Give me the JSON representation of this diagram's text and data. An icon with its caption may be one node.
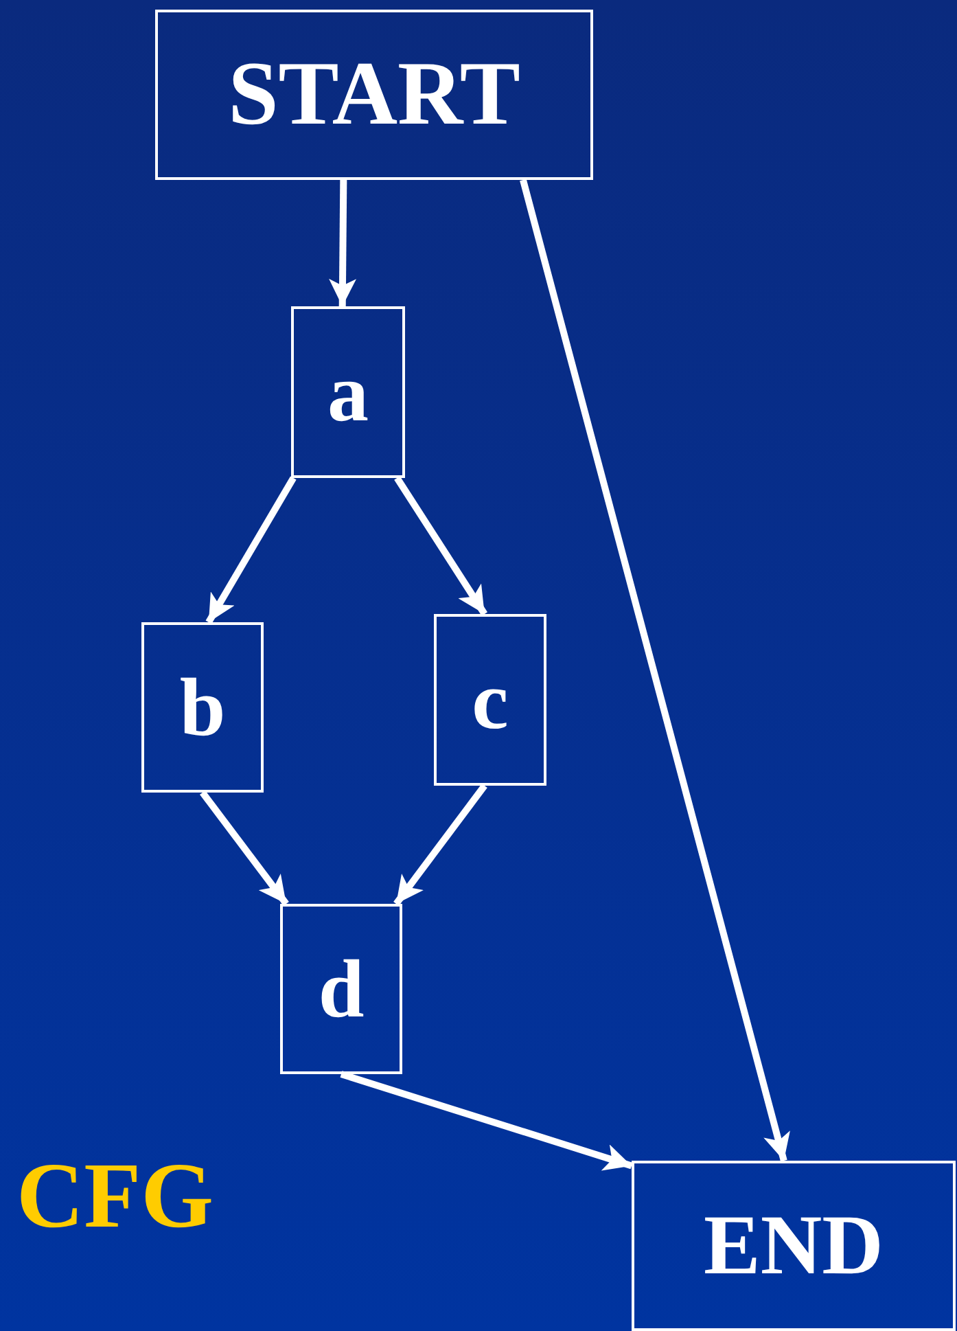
{
  "diagram": {
    "nodes": [
      {
        "text": [
          "START"
        ]
      },
      {
        "text": [
          "a"
        ]
      },
      {
        "text": [
          "b"
        ]
      },
      {
        "text": [
          "c"
        ]
      },
      {
        "text": [
          "d"
        ]
      },
      {
        "text": [
          "END"
        ]
      }
    ],
    "edges": [
      {
        "from": 0,
        "to": 1,
        "arrow": "to"
      },
      {
        "from": 1,
        "to": 2,
        "arrow": "to"
      },
      {
        "from": 1,
        "to": 3,
        "arrow": "to"
      },
      {
        "from": 2,
        "to": 4,
        "arrow": "to"
      },
      {
        "from": 3,
        "to": 4,
        "arrow": "to"
      },
      {
        "from": 4,
        "to": 5,
        "arrow": "to"
      },
      {
        "from": 0,
        "to": 5,
        "arrow": "to"
      }
    ],
    "labels": [
      "CFG"
    ]
  }
}
